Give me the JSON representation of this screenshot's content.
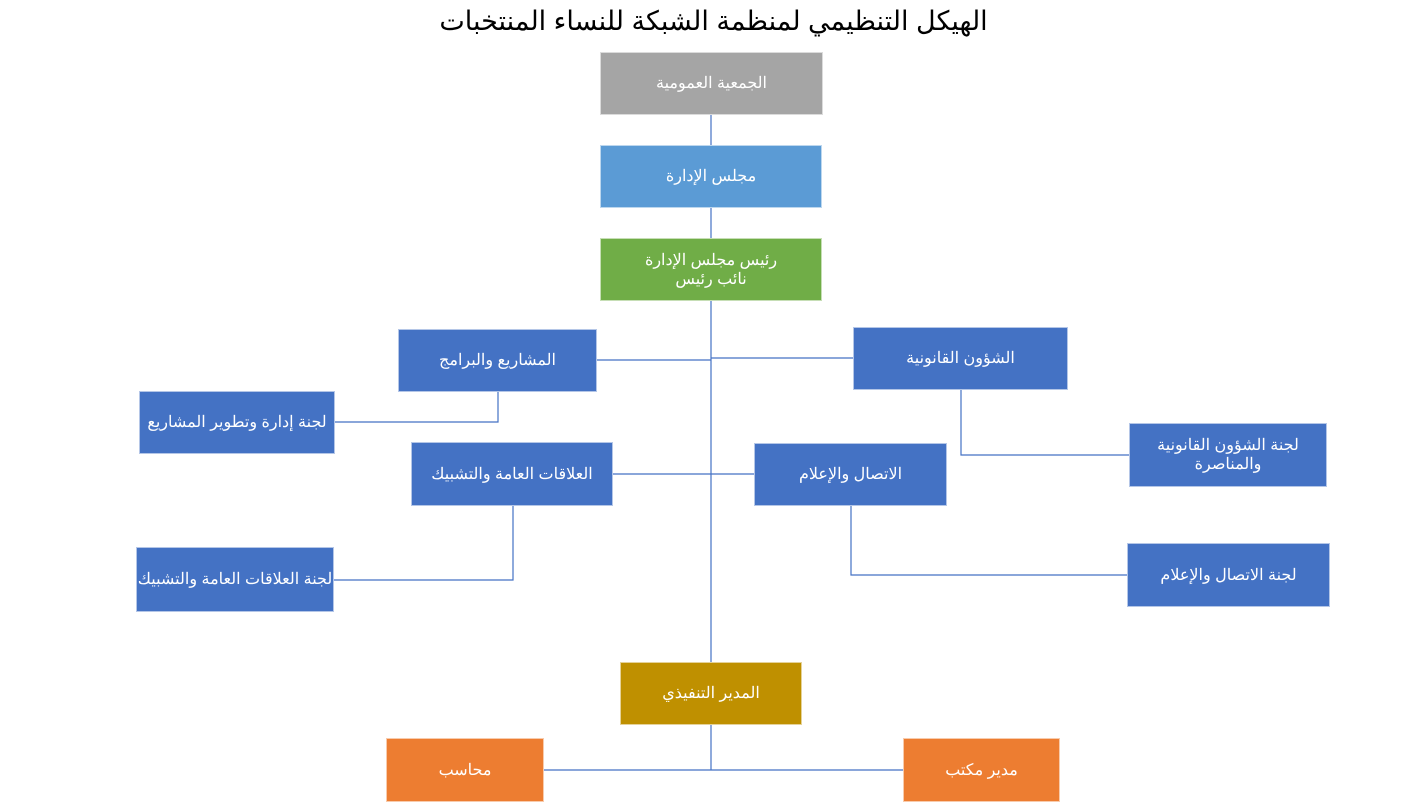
{
  "title": "الهيكل التنظيمي  لمنظمة الشبكة للنساء المنتخبات",
  "nodes": {
    "general_assembly": "الجمعية العمومية",
    "board": "مجلس الإدارة",
    "chair": "رئيس مجلس الإدارة\nنائب رئيس",
    "projects": "المشاريع والبرامج",
    "legal": "الشؤون القانونية",
    "projects_committee": "لجنة إدارة وتطوير  المشاريع",
    "legal_committee": "لجنة الشؤون القانونية\nوالمناصرة",
    "public_relations": "العلاقات العامة والتشبيك",
    "communication": "الاتصال والإعلام",
    "public_relations_committee": "لجنة العلاقات العامة والتشبيك",
    "communication_committee": "لجنة الاتصال والإعلام",
    "executive_director": "المدير التنفيذي",
    "accountant": "محاسب",
    "office_manager": "مدير مكتب"
  },
  "colors": {
    "gray": "#a5a5a5",
    "light_blue": "#5b9bd5",
    "green": "#70ad47",
    "blue": "#4472c4",
    "gold": "#bf9000",
    "orange": "#ed7d31",
    "line": "#4472c4"
  }
}
